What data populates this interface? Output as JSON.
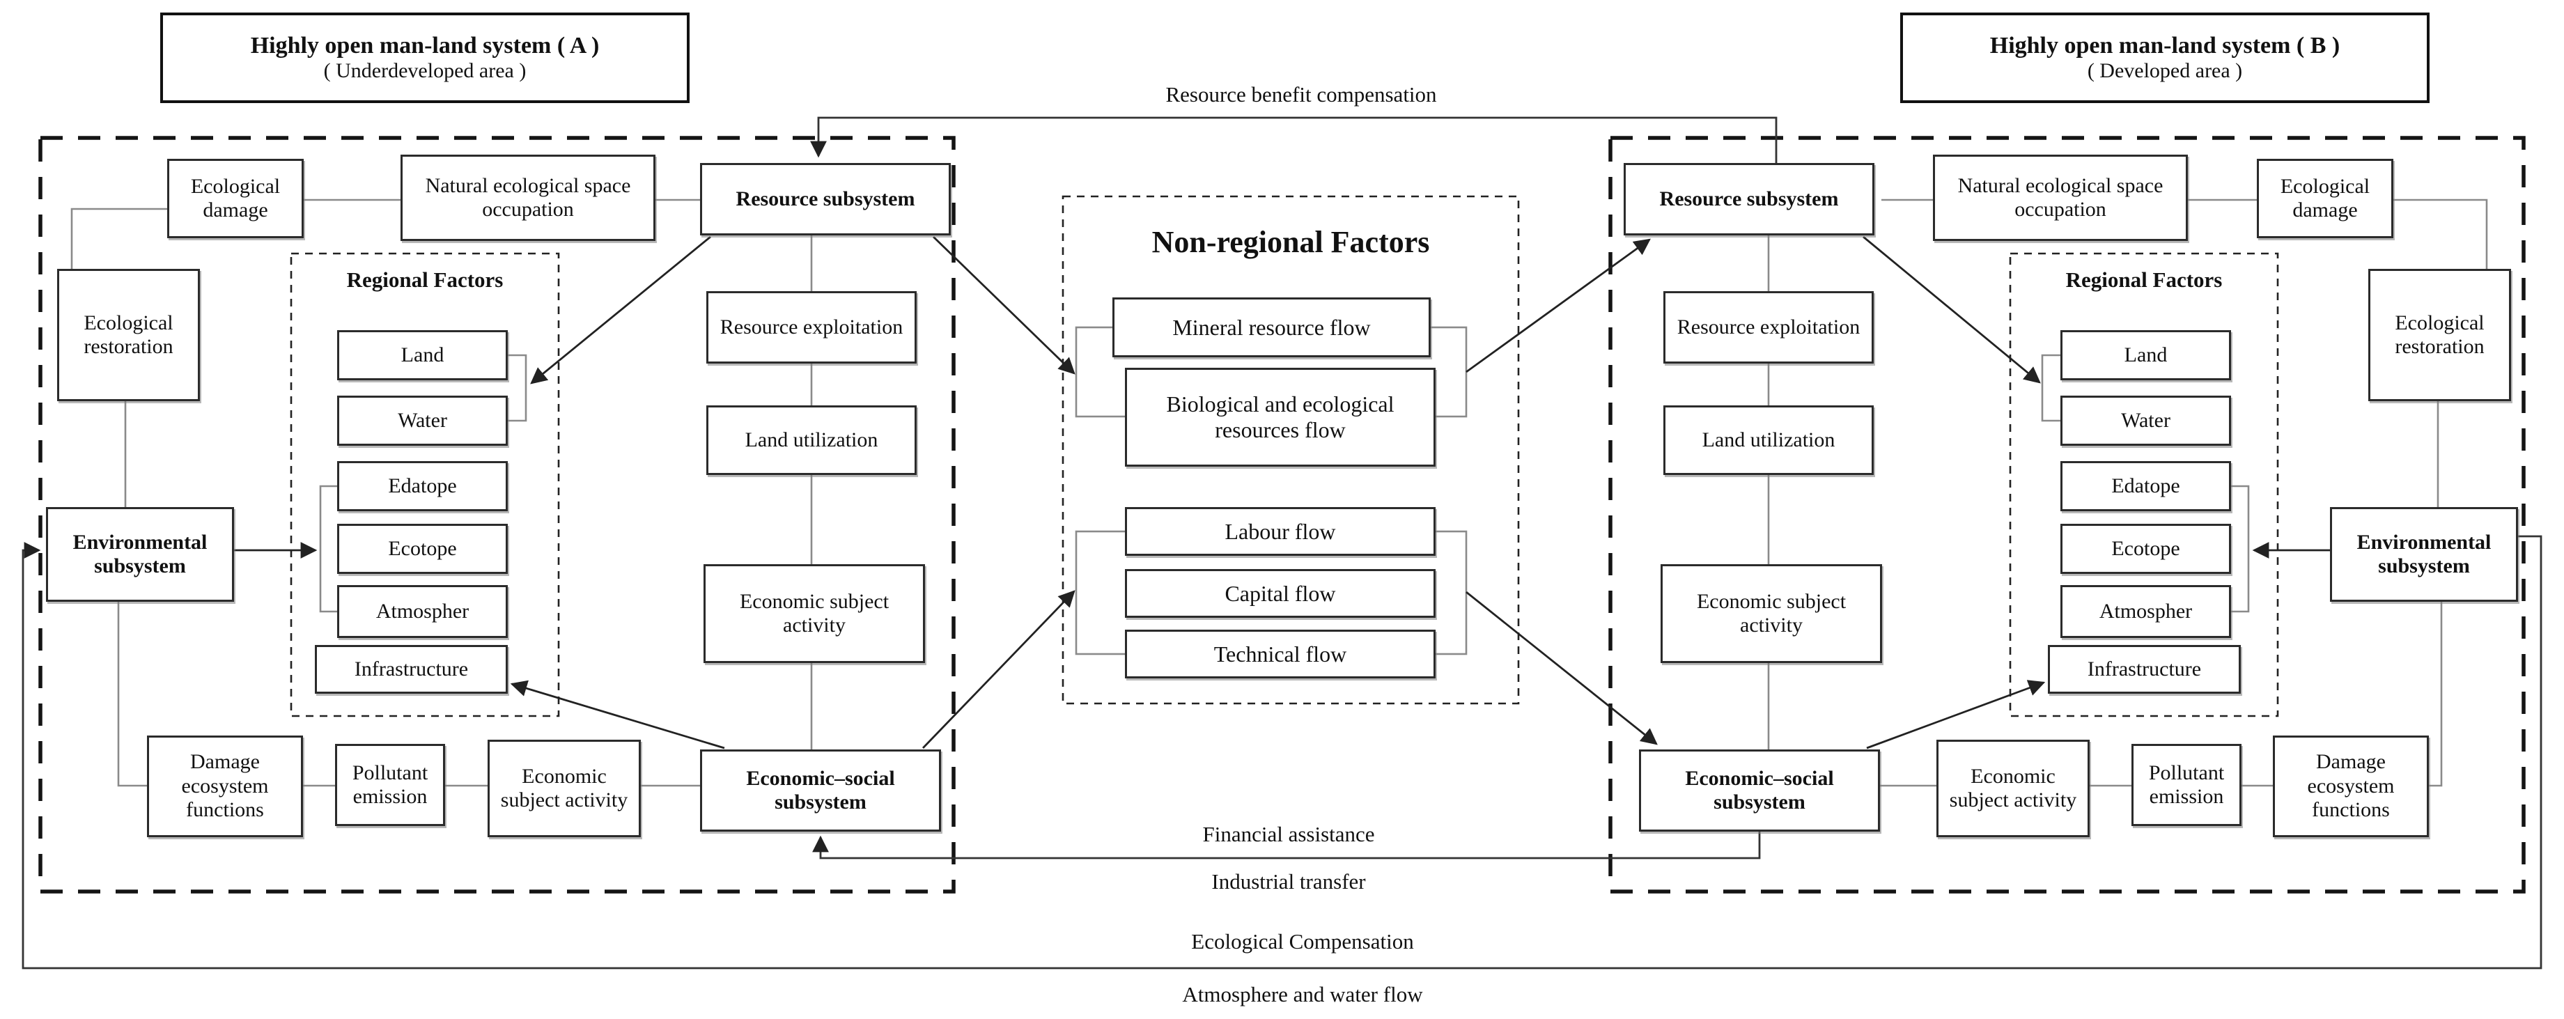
{
  "title_a": {
    "line1": "Highly open man-land system ( A )",
    "line2": "( Underdeveloped area )"
  },
  "title_b": {
    "line1": "Highly open man-land system ( B )",
    "line2": "( Developed area )"
  },
  "flow_labels": {
    "resource_benefit_compensation": "Resource benefit compensation",
    "financial_assistance": "Financial assistance",
    "industrial_transfer": "Industrial transfer",
    "ecological_compensation": "Ecological Compensation",
    "atmosphere_water_flow": "Atmosphere and water flow"
  },
  "center": {
    "title": "Non-regional Factors",
    "resource_flows": [
      "Mineral resource flow",
      "Biological and ecological resources flow"
    ],
    "human_flows": [
      "Labour flow",
      "Capital flow",
      "Technical flow"
    ]
  },
  "system_a": {
    "ecological_damage": "Ecological damage",
    "natural_ecological_space_occupation": "Natural ecological space occupation",
    "resource_subsystem": "Resource subsystem",
    "ecological_restoration": "Ecological restoration",
    "environmental_subsystem": "Environmental subsystem",
    "regional_factors_title": "Regional Factors",
    "regional_factors": [
      "Land",
      "Water",
      "Edatope",
      "Ecotope",
      "Atmospher",
      "Infrastructure"
    ],
    "resource_exploitation": "Resource exploitation",
    "land_utilization": "Land utilization",
    "economic_subject_activity": "Economic subject activity",
    "economic_social_subsystem": "Economic–social subsystem",
    "damage_ecosystem_functions": "Damage ecosystem functions",
    "pollutant_emission": "Pollutant emission",
    "economic_subject_activity_2": "Economic subject activity"
  },
  "system_b": {
    "ecological_damage": "Ecological damage",
    "natural_ecological_space_occupation": "Natural ecological space occupation",
    "resource_subsystem": "Resource subsystem",
    "ecological_restoration": "Ecological restoration",
    "environmental_subsystem": "Environmental subsystem",
    "regional_factors_title": "Regional Factors",
    "regional_factors": [
      "Land",
      "Water",
      "Edatope",
      "Ecotope",
      "Atmospher",
      "Infrastructure"
    ],
    "resource_exploitation": "Resource exploitation",
    "land_utilization": "Land utilization",
    "economic_subject_activity": "Economic subject activity",
    "economic_social_subsystem": "Economic–social subsystem",
    "damage_ecosystem_functions": "Damage ecosystem functions",
    "pollutant_emission": "Pollutant emission",
    "economic_subject_activity_2": "Economic subject activity"
  }
}
